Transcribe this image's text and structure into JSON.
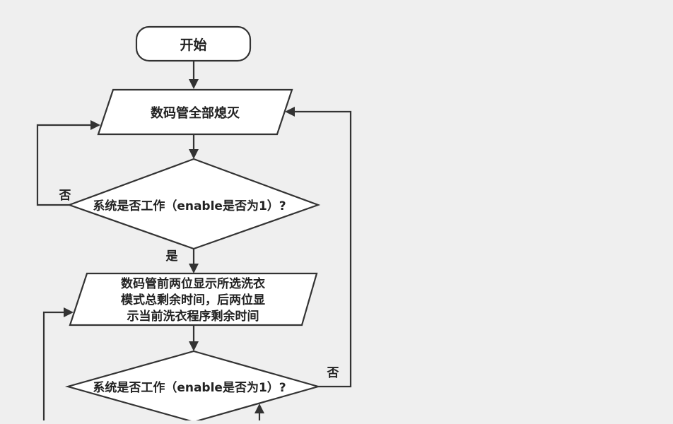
{
  "flowchart": {
    "start": "开始",
    "all_off": "数码管全部熄灭",
    "decision_1": "系统是否工作（enable是否为1）?",
    "display_lines": [
      "数码管前两位显示所选洗衣",
      "模式总剩余时间，后两位显",
      "示当前洗衣程序剩余时间"
    ],
    "decision_2": "系统是否工作（enable是否为1）?",
    "label_no_1": "否",
    "label_yes_1": "是",
    "label_no_2": "否"
  },
  "colors": {
    "background": "#efefef",
    "shape_fill": "#ffffff",
    "stroke": "#333333",
    "text": "#222222"
  }
}
